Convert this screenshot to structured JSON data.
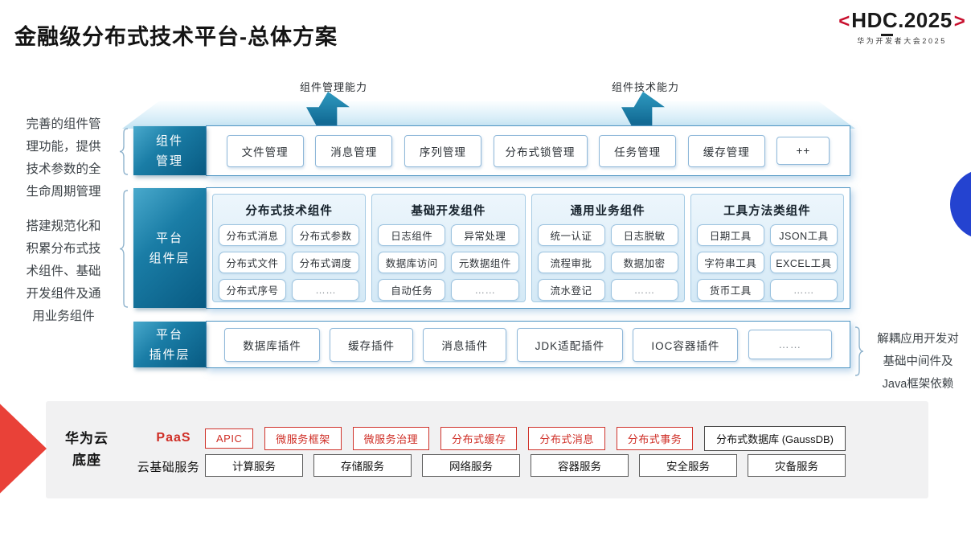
{
  "title": "金融级分布式技术平台-总体方案",
  "logo": {
    "left_bracket": "<",
    "text": "HDC.2025",
    "right_bracket": ">",
    "subtitle": "华为开发者大会2025"
  },
  "arrows": [
    {
      "label": "组件管理能力"
    },
    {
      "label": "组件技术能力"
    }
  ],
  "annotations": {
    "left_top": "完善的组件管理功能，提供技术参数的全生命周期管理",
    "left_bottom": "搭建规范化和积累分布式技术组件、基础开发组件及通用业务组件",
    "right": "解耦应用开发对基础中间件及Java框架依赖"
  },
  "layers": {
    "management": {
      "label_lines": [
        "组件",
        "管理"
      ],
      "items": [
        "文件管理",
        "消息管理",
        "序列管理",
        "分布式锁管理",
        "任务管理",
        "缓存管理",
        "++"
      ]
    },
    "components": {
      "label_lines": [
        "平台",
        "组件层"
      ],
      "groups": [
        {
          "title": "分布式技术组件",
          "items": [
            "分布式消息",
            "分布式参数",
            "分布式文件",
            "分布式调度",
            "分布式序号",
            "……"
          ]
        },
        {
          "title": "基础开发组件",
          "items": [
            "日志组件",
            "异常处理",
            "数据库访问",
            "元数据组件",
            "自动任务",
            "……"
          ]
        },
        {
          "title": "通用业务组件",
          "items": [
            "统一认证",
            "日志脱敏",
            "流程审批",
            "数据加密",
            "流水登记",
            "……"
          ]
        },
        {
          "title": "工具方法类组件",
          "items": [
            "日期工具",
            "JSON工具",
            "字符串工具",
            "EXCEL工具",
            "货币工具",
            "……"
          ]
        }
      ]
    },
    "plugins": {
      "label_lines": [
        "平台",
        "插件层"
      ],
      "items": [
        "数据库插件",
        "缓存插件",
        "消息插件",
        "JDK适配插件",
        "IOC容器插件",
        "……"
      ]
    }
  },
  "foundation": {
    "label_lines": [
      "华为云",
      "底座"
    ],
    "paas": {
      "label": "PaaS",
      "items": [
        "APIC",
        "微服务框架",
        "微服务治理",
        "分布式缓存",
        "分布式消息",
        "分布式事务"
      ],
      "db": "分布式数据库 (GaussDB)"
    },
    "iaas": {
      "label": "云基础服务",
      "items": [
        "计算服务",
        "存储服务",
        "网络服务",
        "容器服务",
        "安全服务",
        "灾备服务"
      ]
    }
  },
  "colors": {
    "teal_dark": "#0b608c",
    "teal_light": "#3fa3c8",
    "accent_red": "#d8342b",
    "logo_red": "#c8102e",
    "blue_circle": "#2443d0",
    "panel_gray": "#f1f1f2",
    "border_blue": "#4f95c3"
  }
}
